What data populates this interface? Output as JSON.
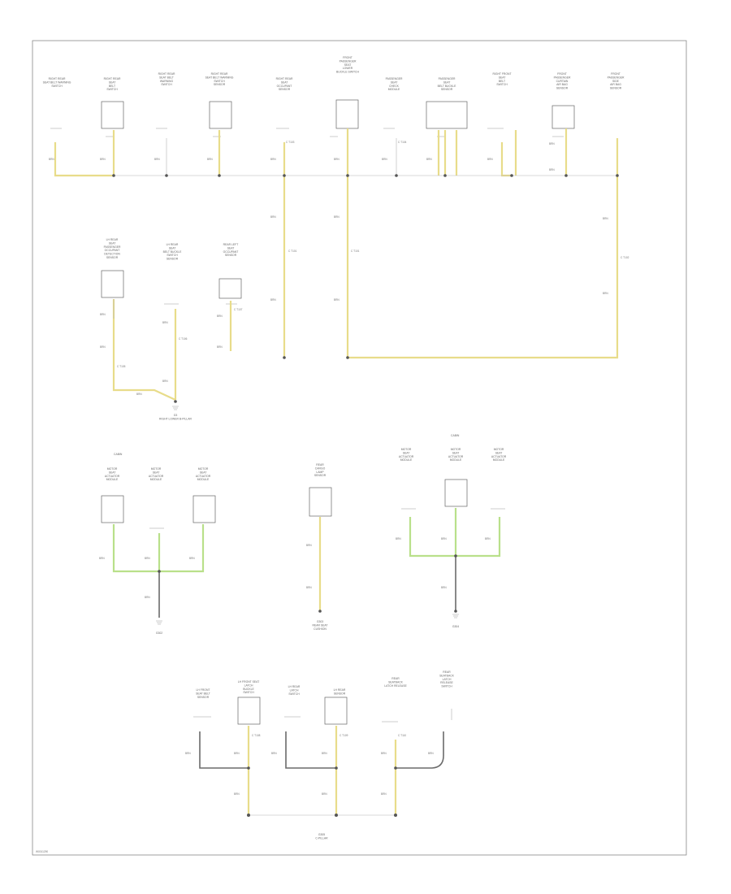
{
  "colors": {
    "wire_yellow": "#e8dc8a",
    "wire_green": "#b9e08a",
    "wire_black": "#6b6b6b",
    "frame": "#888888"
  },
  "components": {
    "c01": [
      "RIGHT REAR",
      "SEAT BELT WARNING",
      "SWITCH"
    ],
    "c02": [
      "RIGHT REAR",
      "SEAT",
      "BELT",
      "SWITCH"
    ],
    "c03": [
      "RIGHT REAR",
      "SEAT BELT",
      "WARNING",
      "SWITCH"
    ],
    "c04": [
      "RIGHT REAR",
      "SEAT BELT WARNING",
      "SWITCH",
      "SENSOR"
    ],
    "c05": [
      "RIGHT REAR",
      "SEAT",
      "OCCUPANT",
      "SENSOR"
    ],
    "c06": [
      "FRONT",
      "PASSENGER",
      "SEAT",
      "LOWER",
      "BUCKLE SWITCH"
    ],
    "c07": [
      "PASSENGER",
      "SEAT",
      "CHECK",
      "MODULE"
    ],
    "c08": [
      "PASSENGER",
      "SEAT",
      "BELT BUCKLE",
      "SENSOR"
    ],
    "c09": [
      "RIGHT FRONT",
      "SEAT",
      "BELT",
      "SWITCH"
    ],
    "c10": [
      "FRONT",
      "PASSENGER",
      "CURTAIN",
      "AIR BAG",
      "SENSOR"
    ],
    "c11": [
      "FRONT",
      "PASSENGER",
      "SIDE",
      "AIR BAG",
      "SENSOR"
    ],
    "c12": [
      "LH REAR",
      "SEAT",
      "PASSENGER",
      "OCCUPANT",
      "DETECTION",
      "SENSOR"
    ],
    "c13": [
      "LH REAR",
      "SEAT",
      "BELT BUCKLE",
      "SWITCH",
      "SENSOR"
    ],
    "c14": [
      "REAR LEFT",
      "SEAT",
      "OCCUPANT",
      "SENSOR"
    ],
    "c15": [
      "MOTOR",
      "SEAT",
      "ACTUATOR",
      "MODULE"
    ],
    "c16": [
      "MOTOR",
      "SEAT",
      "ACTUATOR",
      "MODULE"
    ],
    "c17": [
      "MOTOR",
      "SEAT",
      "ACTUATOR",
      "MODULE"
    ],
    "c18": [
      "REAR",
      "CARGO",
      "LAMP",
      "SENSOR"
    ],
    "c19": [
      "MOTOR",
      "SEAT",
      "ACTUATOR",
      "MODULE"
    ],
    "c20": [
      "MOTOR",
      "SEAT",
      "ACTUATOR",
      "MODULE"
    ],
    "c21": [
      "MOTOR",
      "SEAT",
      "ACTUATOR",
      "MODULE"
    ],
    "c22": [
      "LH FRONT",
      "SEAT BELT",
      "SENSOR"
    ],
    "c23": [
      "LH FRONT SEAT",
      "LATCH",
      "BUCKLE",
      "SWITCH"
    ],
    "c24": [
      "LH REAR",
      "LATCH",
      "SWITCH"
    ],
    "c25": [
      "LH REAR",
      "SENSOR"
    ],
    "c26": [
      "REAR",
      "SEATBACK",
      "LATCH RELEASE"
    ],
    "c27": [
      "REAR",
      "SEATBACK",
      "LATCH",
      "RELEASE",
      "SWITCH"
    ]
  },
  "group_titles": {
    "g1": "CABIN",
    "g2": "CABIN"
  },
  "ground_labels": {
    "gA": [
      "G3",
      "RIGHT LOWER B-PILLAR"
    ],
    "gB": [
      "G302"
    ],
    "gC": [
      "G303",
      "REAR SEAT",
      "CUSHION"
    ],
    "gD": [
      "G304"
    ],
    "gE": [
      "G305",
      "C-PILLAR"
    ]
  },
  "wire_labels": {
    "w1": "BRN",
    "w2": "BRN",
    "w3": "BRN",
    "w4": "BRN",
    "w5": "BRN",
    "w6": "BRN",
    "w7": "BRN",
    "w8": "BRN",
    "w9": "BRN",
    "w10": "BRN",
    "w11": "BRN",
    "w12": "BRN",
    "w13": "BRN",
    "w14": "BRN",
    "w15": "BRN",
    "w16": "BRN",
    "w17": "BRN",
    "w18": "BRN",
    "w19": "BRN",
    "w20": "BRN",
    "w21": "BRN",
    "w22": "BRN",
    "w23": "BRN",
    "w24": "BRN",
    "w25": "BRN",
    "w26": "BRN",
    "w27": "BRN",
    "w28": "BRN",
    "w29": "BRN",
    "w30": "BRN",
    "w31": "BRN",
    "w32": "BRN",
    "w33": "BRN",
    "w34": "BRN",
    "w35": "BRN",
    "w36": "BRN",
    "w37": "BRN",
    "w38": "BRN",
    "w39": "BRN",
    "w40": "BRN",
    "w41": "BRN",
    "w42": "BRN",
    "w43": "BRN",
    "w44": "BRN",
    "w45": "BRN",
    "w46": "BRN"
  },
  "splice_labels": {
    "s1": "C T101",
    "s2": "C T101",
    "s3": "C T102",
    "s4": "C T103",
    "s5": "C T104",
    "s6": "C T105",
    "s7": "C T106",
    "s8": "C T107",
    "s9": "C T108",
    "s10": "C T109",
    "s11": "C T110"
  },
  "footer": {
    "diagram_id": "W0011290"
  }
}
